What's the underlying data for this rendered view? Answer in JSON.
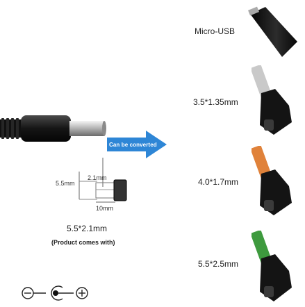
{
  "arrow": {
    "label": "Can be converted",
    "color": "#2e86d6"
  },
  "main_plug": {
    "size": "5.5*2.1mm",
    "note": "(Product comes with)",
    "dim_outer": "5.5mm",
    "dim_inner": "2.1mm",
    "dim_length": "10mm"
  },
  "adapters": [
    {
      "label": "Micro-USB"
    },
    {
      "label": "3.5*1.35mm",
      "tip_color": "#c9c9c9"
    },
    {
      "label": "4.0*1.7mm",
      "tip_color": "#e0823a"
    },
    {
      "label": "5.5*2.5mm",
      "tip_color": "#3e9a3e"
    }
  ],
  "polarity": {
    "symbols": [
      "⊖",
      "⊕"
    ]
  }
}
